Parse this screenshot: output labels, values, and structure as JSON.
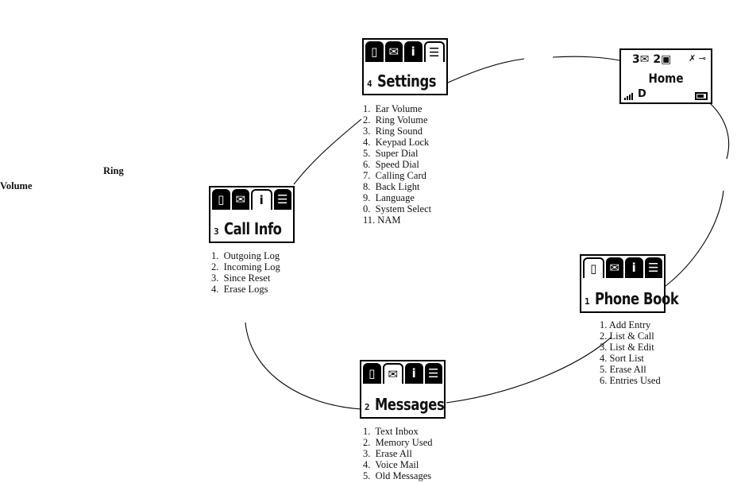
{
  "tab_icons": [
    "book-icon",
    "envelope-icon",
    "info-icon",
    "list-icon"
  ],
  "side_label": {
    "line1": "Ring",
    "line2": "Volume"
  },
  "home": {
    "msg_count": "3",
    "msg_icon": "envelope-icon",
    "vm_count": "2",
    "vm_icon": "voicemail-icon",
    "status_icons": [
      "silent-icon",
      "key-icon"
    ],
    "title": "Home",
    "mode": "D",
    "signal_icon": "signal-bars-icon",
    "battery_icon": "battery-icon"
  },
  "screens": {
    "settings": {
      "number": "4",
      "title": "Settings",
      "active_tab": 3,
      "items": [
        "1.  Ear Volume",
        "2.  Ring Volume",
        "3.  Ring Sound",
        "4.  Keypad Lock",
        "5.  Super Dial",
        "6.  Speed Dial",
        "7.  Calling Card",
        "8.  Back Light",
        "9.  Language",
        "0.  System Select",
        "11. NAM"
      ]
    },
    "callinfo": {
      "number": "3",
      "title": "Call Info",
      "active_tab": 2,
      "items": [
        "1.  Outgoing Log",
        "2.  Incoming Log",
        "3.  Since Reset",
        "4.  Erase Logs"
      ]
    },
    "phonebook": {
      "number": "1",
      "title": "Phone Book",
      "active_tab": 0,
      "items": [
        "1. Add Entry",
        "2. List & Call",
        "3. List & Edit",
        "4. Sort List",
        "5. Erase All",
        "6. Entries Used"
      ]
    },
    "messages": {
      "number": "2",
      "title": "Messages",
      "active_tab": 1,
      "items": [
        "1.  Text Inbox",
        "2.  Memory Used",
        "3.  Erase All",
        "4.  Voice Mail",
        "5.  Old Messages"
      ]
    }
  }
}
